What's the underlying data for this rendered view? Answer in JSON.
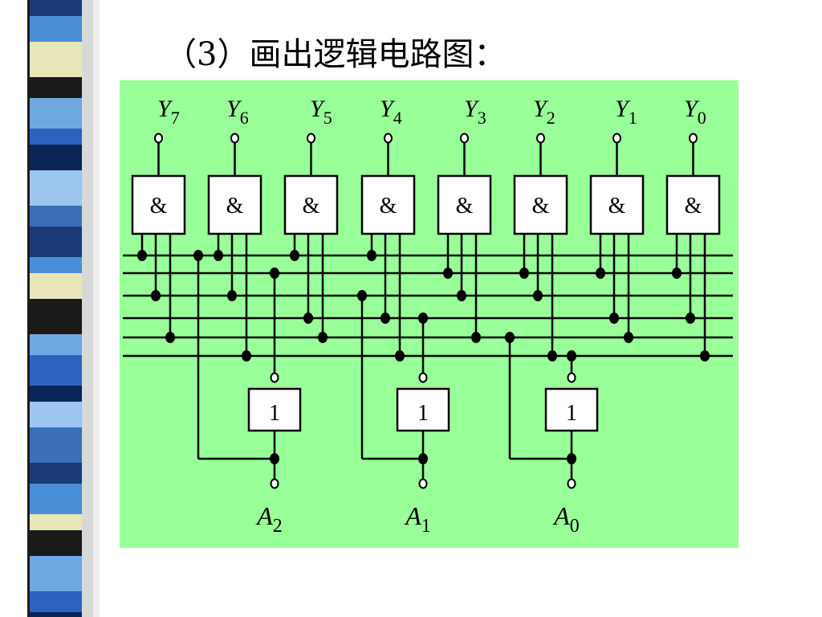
{
  "slide": {
    "title": "（3）画出逻辑电路图："
  },
  "diagram": {
    "panel_color": "#99ff99",
    "and_gates": [
      {
        "label": "&",
        "output": {
          "name": "Y",
          "sub": "7"
        }
      },
      {
        "label": "&",
        "output": {
          "name": "Y",
          "sub": "6"
        }
      },
      {
        "label": "&",
        "output": {
          "name": "Y",
          "sub": "5"
        }
      },
      {
        "label": "&",
        "output": {
          "name": "Y",
          "sub": "4"
        }
      },
      {
        "label": "&",
        "output": {
          "name": "Y",
          "sub": "3"
        }
      },
      {
        "label": "&",
        "output": {
          "name": "Y",
          "sub": "2"
        }
      },
      {
        "label": "&",
        "output": {
          "name": "Y",
          "sub": "1"
        }
      },
      {
        "label": "&",
        "output": {
          "name": "Y",
          "sub": "0"
        }
      }
    ],
    "not_gates": [
      {
        "label": "1",
        "input": {
          "name": "A",
          "sub": "2"
        }
      },
      {
        "label": "1",
        "input": {
          "name": "A",
          "sub": "1"
        }
      },
      {
        "label": "1",
        "input": {
          "name": "A",
          "sub": "0"
        }
      }
    ]
  }
}
